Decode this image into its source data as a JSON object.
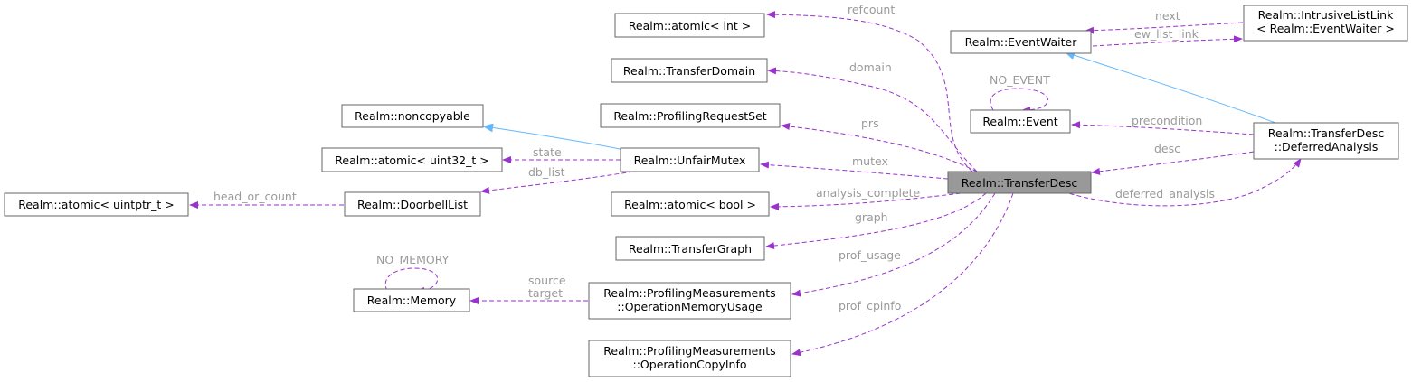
{
  "diagram": {
    "focus": "Realm::TransferDesc",
    "nodes": {
      "transferdesc": [
        "Realm::TransferDesc"
      ],
      "atomic_int": [
        "Realm::atomic< int >"
      ],
      "transfer_domain": [
        "Realm::TransferDomain"
      ],
      "profiling_request_set": [
        "Realm::ProfilingRequestSet"
      ],
      "noncopyable": [
        "Realm::noncopyable"
      ],
      "unfair_mutex": [
        "Realm::UnfairMutex"
      ],
      "atomic_uint32": [
        "Realm::atomic< uint32_t >"
      ],
      "doorbell_list": [
        "Realm::DoorbellList"
      ],
      "atomic_uintptr": [
        "Realm::atomic< uintptr_t >"
      ],
      "atomic_bool": [
        "Realm::atomic< bool >"
      ],
      "transfer_graph": [
        "Realm::TransferGraph"
      ],
      "memory": [
        "Realm::Memory"
      ],
      "op_memory_usage": [
        "Realm::ProfilingMeasurements",
        "::OperationMemoryUsage"
      ],
      "op_copy_info": [
        "Realm::ProfilingMeasurements",
        "::OperationCopyInfo"
      ],
      "event_waiter": [
        "Realm::EventWaiter"
      ],
      "intrusive_list_link": [
        "Realm::IntrusiveListLink",
        "< Realm::EventWaiter >"
      ],
      "event": [
        "Realm::Event"
      ],
      "deferred_analysis": [
        "Realm::TransferDesc",
        "::DeferredAnalysis"
      ]
    },
    "edge_labels": {
      "refcount": "refcount",
      "domain": "domain",
      "prs": "prs",
      "state": "state",
      "db_list": "db_list",
      "head_or_count": "head_or_count",
      "mutex": "mutex",
      "analysis_complete": "analysis_complete",
      "graph": "graph",
      "no_memory": "NO_MEMORY",
      "source": "source",
      "target": "target",
      "prof_usage": "prof_usage",
      "prof_cpinfo": "prof_cpinfo",
      "next": "next",
      "ew_list_link": "ew_list_link",
      "no_event": "NO_EVENT",
      "precondition": "precondition",
      "desc": "desc",
      "deferred_analysis": "deferred_analysis"
    },
    "colors": {
      "usage_edge": "#9a32cd",
      "inheritance_edge": "#63b8ff",
      "focus_fill": "#999999",
      "node_border": "#666666",
      "label_text": "#9a9a9a"
    }
  }
}
